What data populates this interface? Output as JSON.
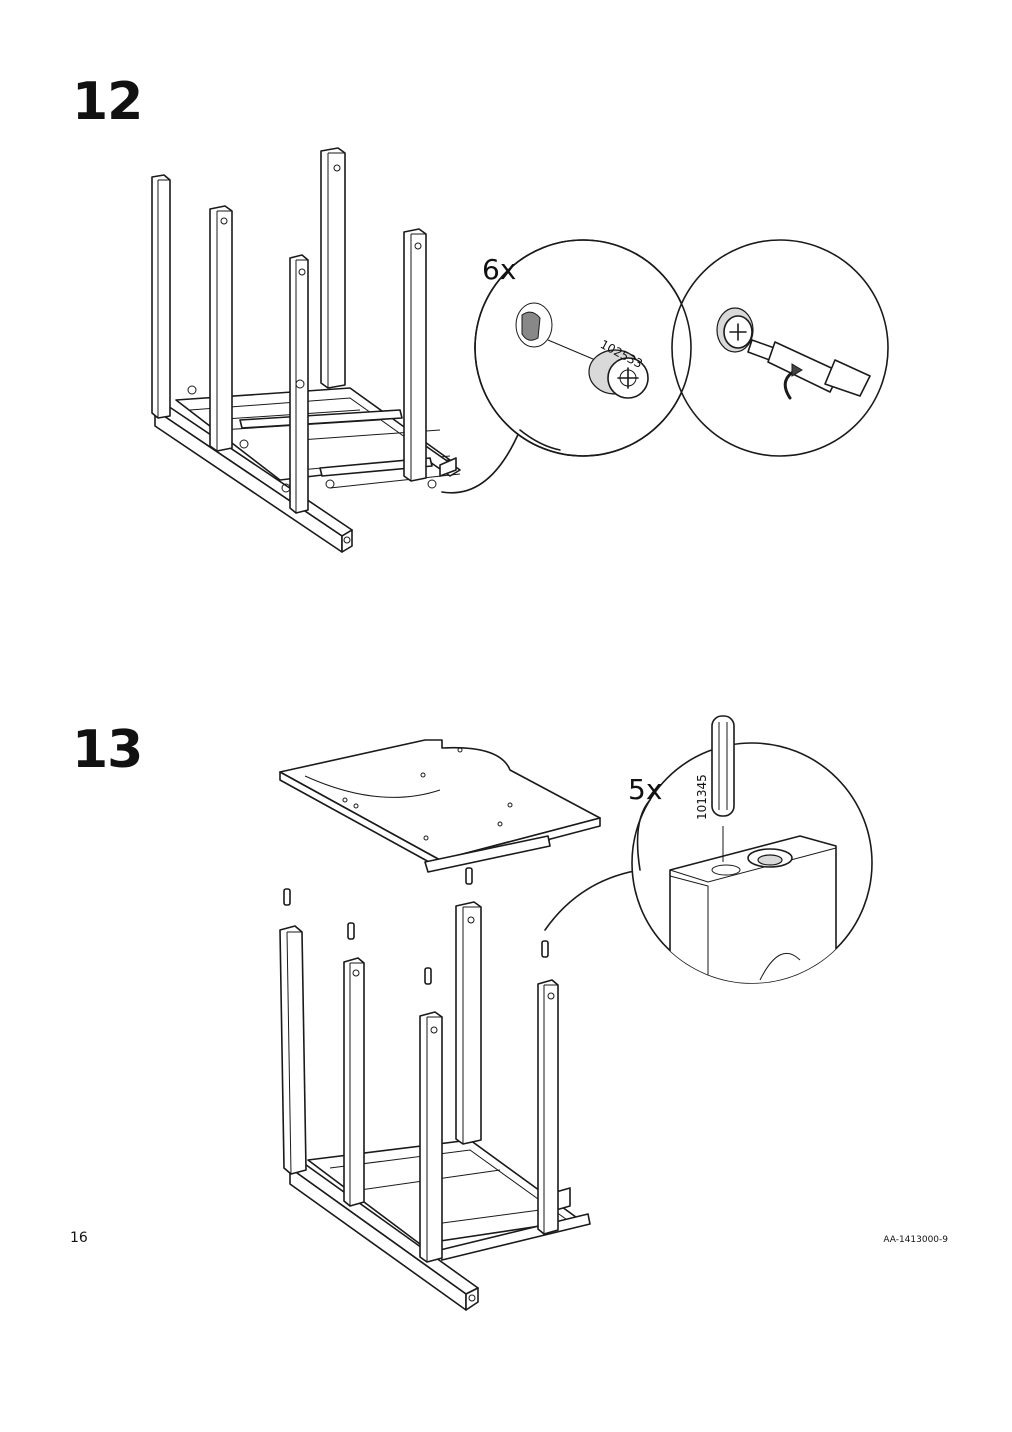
{
  "steps": [
    {
      "number": "12",
      "quantity": "6x",
      "part_number": "102533"
    },
    {
      "number": "13",
      "quantity": "5x",
      "part_number": "101345"
    }
  ],
  "footer": {
    "page_number": "16",
    "document_id": "AA-1413000-9"
  }
}
